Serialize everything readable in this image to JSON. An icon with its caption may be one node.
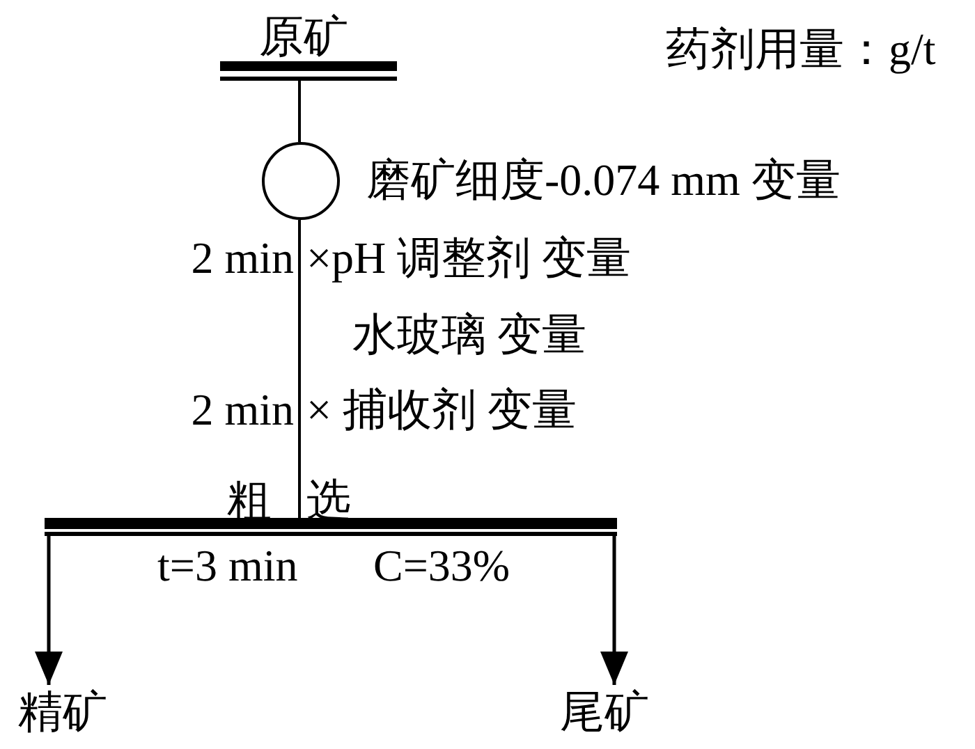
{
  "diagram": {
    "nodes": [
      {
        "text": [
          "原矿"
        ]
      },
      {
        "text": [],
        "shape": "circle",
        "beside": [
          "磨矿细度-0.074 mm 变量"
        ]
      },
      {
        "text": [
          "粗",
          "选"
        ],
        "beside": [
          "t=3 min",
          "C=33%"
        ]
      },
      {
        "text": [
          "精矿"
        ]
      },
      {
        "text": [
          "尾矿"
        ]
      }
    ],
    "edges": [
      {
        "from": 0,
        "to": 1,
        "arrow": "none"
      },
      {
        "from": 1,
        "to": 2,
        "arrow": "none"
      },
      {
        "from": 2,
        "to": 3,
        "arrow": "to"
      },
      {
        "from": 2,
        "to": 4,
        "arrow": "to"
      }
    ],
    "labels": [
      "药剂用量：g/t",
      "2 min",
      "×pH 调整剂 变量",
      "水玻璃 变量",
      "2 min",
      "× 捕收剂 变量"
    ]
  }
}
